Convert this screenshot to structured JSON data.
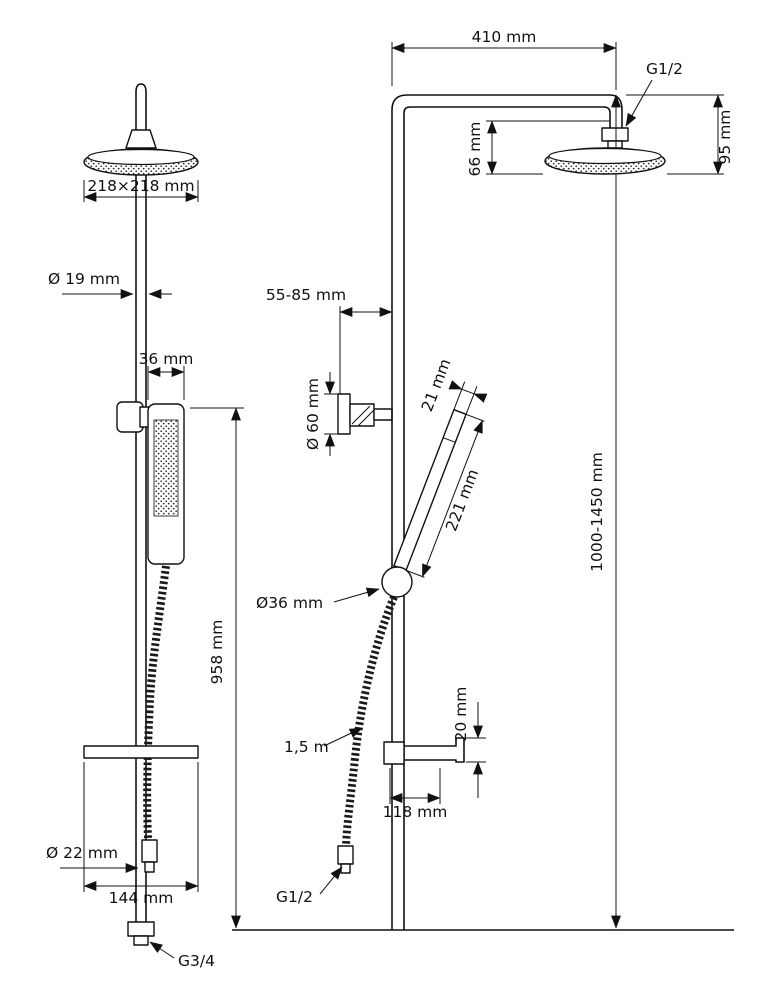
{
  "front": {
    "head_size": "218×218 mm",
    "pipe_diameter": "Ø 19 mm",
    "handshower_width": "36 mm",
    "rail_height": "958 mm",
    "hose_nut_diameter": "Ø 22 mm",
    "shelf_width": "144 mm",
    "bottom_thread": "G3/4"
  },
  "side": {
    "arm_length": "410 mm",
    "head_thread": "G1/2",
    "head_height": "95 mm",
    "head_drop": "66 mm",
    "wall_offset": "55-85 mm",
    "bracket_diameter": "Ø 60 mm",
    "handshower_width": "21 mm",
    "handshower_length": "221 mm",
    "holder_diameter": "Ø36 mm",
    "hose_length": "1,5 m",
    "shelf_thickness": "20 mm",
    "shelf_depth": "118 mm",
    "hose_thread": "G1/2",
    "column_height": "1000-1450 mm"
  }
}
